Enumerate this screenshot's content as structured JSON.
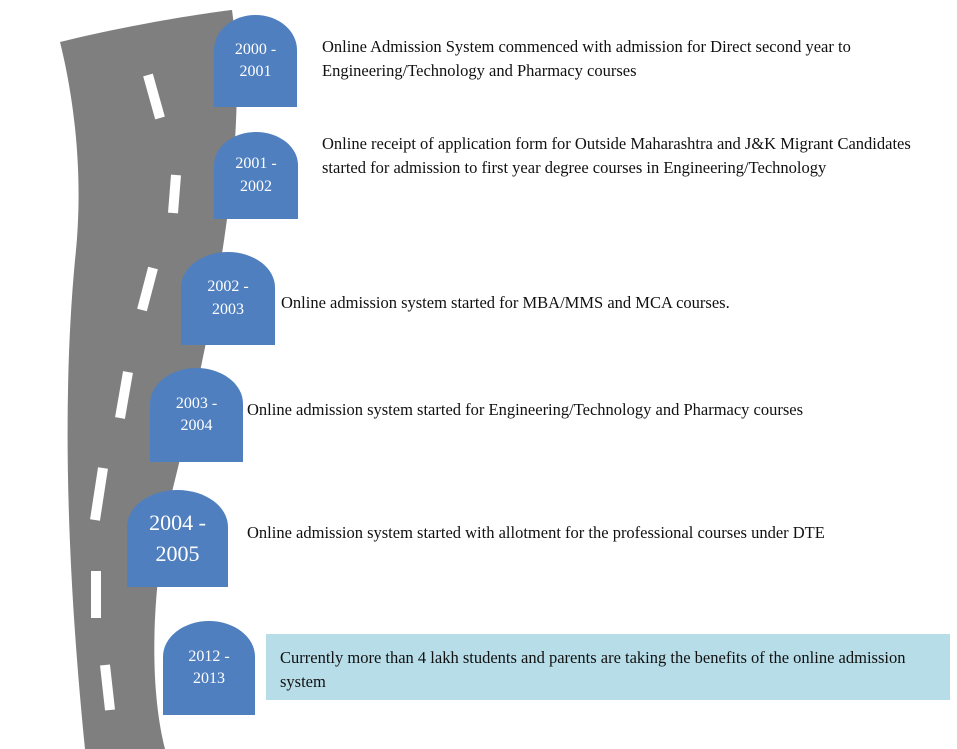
{
  "timeline": [
    {
      "year": "2000 -\n2001",
      "text": "Online Admission System commenced with admission for Direct second year to Engineering/Technology  and Pharmacy courses"
    },
    {
      "year": "2001 -\n2002",
      "text": "Online receipt of application  form for Outside Maharashtra and J&K Migrant Candidates started for admission  to first year degree courses in Engineering/Technology"
    },
    {
      "year": "2002 -\n2003",
      "text": "Online  admission  system  started for MBA/MMS and MCA courses."
    },
    {
      "year": "2003 -\n2004",
      "text": "Online  admission  system  started for Engineering/Technology  and Pharmacy courses"
    },
    {
      "year": "2004 -\n2005",
      "text": "Online  admission  system  started with allotment  for the professional  courses under DTE"
    },
    {
      "year": "2012 -\n2013",
      "text": "Currently more than 4 lakh students and parents are taking the benefits of the online  admission system"
    }
  ],
  "colors": {
    "road": "#7f7f7f",
    "lane": "#ffffff",
    "badge": "#4f7fbf",
    "highlight": "#b7dde8"
  }
}
